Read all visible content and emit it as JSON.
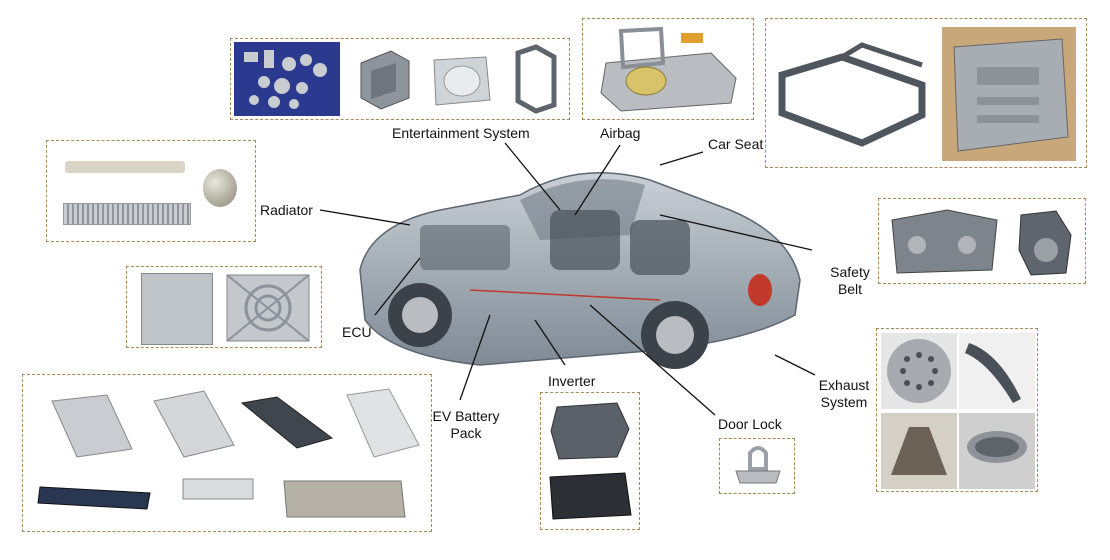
{
  "labels": {
    "entertainment": "Entertainment System",
    "airbag": "Airbag",
    "car_seat": "Car Seat",
    "radiator": "Radiator",
    "safety_belt_1": "Safety",
    "safety_belt_2": "Belt",
    "ecu": "ECU",
    "ev_battery_1": "EV Battery",
    "ev_battery_2": "Pack",
    "inverter": "Inverter",
    "door_lock": "Door Lock",
    "exhaust_1": "Exhaust",
    "exhaust_2": "System"
  },
  "colors": {
    "frame_border": "#a9885a",
    "metal": "#b9bdc2",
    "metal_dark": "#6f757c",
    "car_body": "#9aa4ae",
    "photo_blue": "#2b3a8f",
    "photo_tan": "#c8a77a"
  }
}
